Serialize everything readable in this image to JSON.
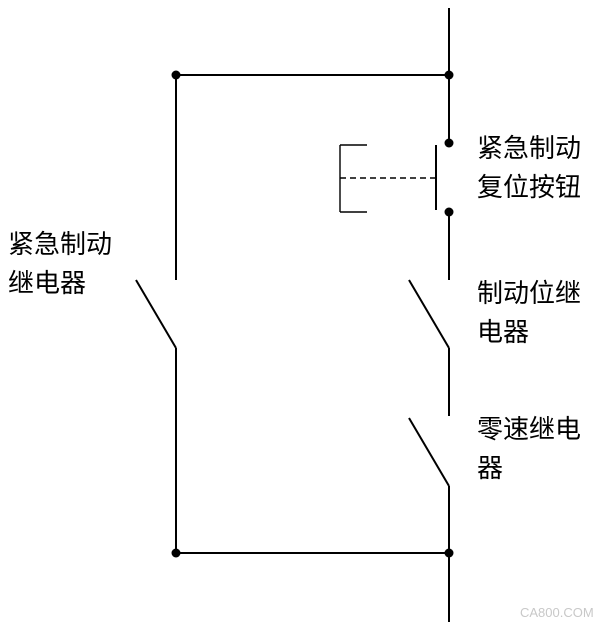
{
  "labels": {
    "emergency_brake_relay": [
      "紧急制动",
      "继电器"
    ],
    "emergency_brake_reset_button": [
      "紧急制动",
      "复位按钮"
    ],
    "brake_position_relay": [
      "制动位继",
      "电器"
    ],
    "zero_speed_relay": [
      "零速继电",
      "器"
    ]
  },
  "watermark": "CA800.COM"
}
